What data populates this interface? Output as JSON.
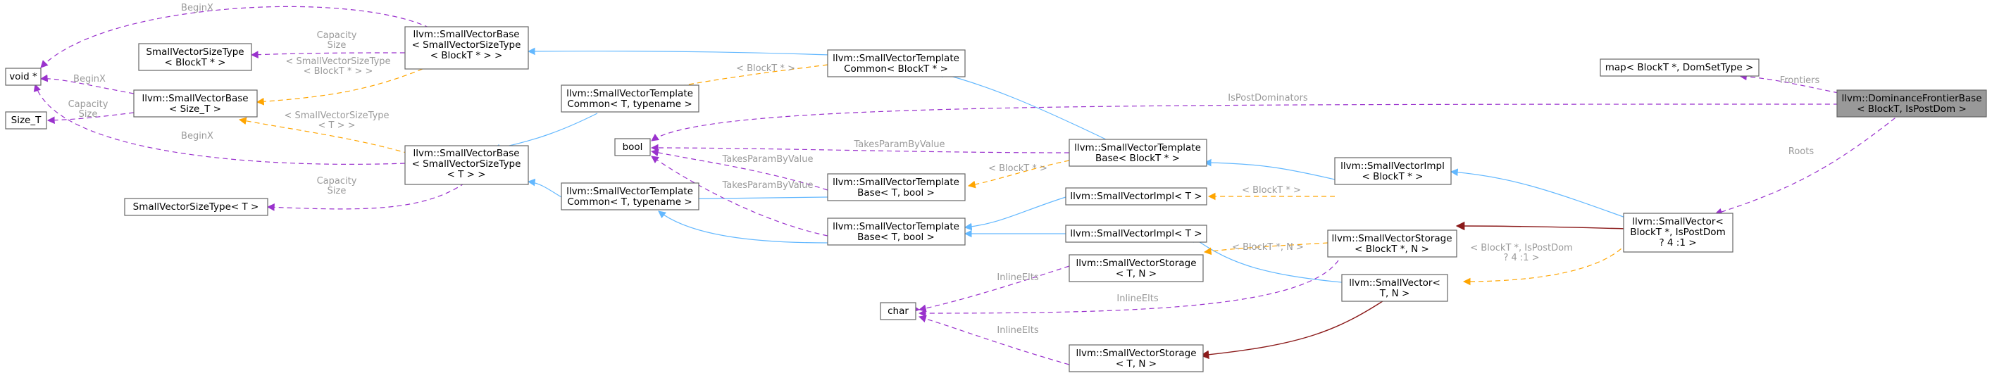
{
  "nodes": {
    "void_ptr": {
      "lines": [
        "void *"
      ]
    },
    "size_t": {
      "lines": [
        "Size_T"
      ]
    },
    "sizetype_blockt": {
      "lines": [
        "SmallVectorSizeType",
        "< BlockT * >"
      ]
    },
    "svb_size_t": {
      "lines": [
        "llvm::SmallVectorBase",
        "< Size_T >"
      ]
    },
    "sizetype_t": {
      "lines": [
        "SmallVectorSizeType< T >"
      ]
    },
    "svb_blockt": {
      "lines": [
        "llvm::SmallVectorBase",
        "< SmallVectorSizeType",
        "< BlockT * > >"
      ]
    },
    "svb_t": {
      "lines": [
        "llvm::SmallVectorBase",
        "< SmallVectorSizeType",
        "< T > >"
      ]
    },
    "svtc_t_typename_top": {
      "lines": [
        "llvm::SmallVectorTemplate",
        "Common< T, typename >"
      ]
    },
    "svtc_t_typename": {
      "lines": [
        "llvm::SmallVectorTemplate",
        "Common< T, typename >"
      ]
    },
    "bool_node": {
      "lines": [
        "bool"
      ]
    },
    "char_node": {
      "lines": [
        "char"
      ]
    },
    "svtc_blockt": {
      "lines": [
        "llvm::SmallVectorTemplate",
        "Common< BlockT * >"
      ]
    },
    "svtb_t_bool_1": {
      "lines": [
        "llvm::SmallVectorTemplate",
        "Base< T, bool >"
      ]
    },
    "svtb_t_bool_2": {
      "lines": [
        "llvm::SmallVectorTemplate",
        "Base< T, bool >"
      ]
    },
    "svtb_blockt": {
      "lines": [
        "llvm::SmallVectorTemplate",
        "Base< BlockT * >"
      ]
    },
    "svimpl_t_1": {
      "lines": [
        "llvm::SmallVectorImpl< T >"
      ]
    },
    "svimpl_t_2": {
      "lines": [
        "llvm::SmallVectorImpl< T >"
      ]
    },
    "svstorage_t_n_1": {
      "lines": [
        "llvm::SmallVectorStorage",
        "< T, N >"
      ]
    },
    "svstorage_t_n_2": {
      "lines": [
        "llvm::SmallVectorStorage",
        "< T, N >"
      ]
    },
    "svimpl_blockt": {
      "lines": [
        "llvm::SmallVectorImpl",
        "< BlockT * >"
      ]
    },
    "svstorage_blockt": {
      "lines": [
        "llvm::SmallVectorStorage",
        "< BlockT *, N >"
      ]
    },
    "sv_t_n": {
      "lines": [
        "llvm::SmallVector<",
        "T, N >"
      ]
    },
    "map_node": {
      "lines": [
        "map< BlockT *, DomSetType >"
      ]
    },
    "sv_blockt": {
      "lines": [
        "llvm::SmallVector<",
        "BlockT *, IsPostDom",
        "? 4 :1 >"
      ]
    },
    "dfb": {
      "lines": [
        "llvm::DominanceFrontierBase",
        "< BlockT, IsPostDom >"
      ]
    }
  },
  "edge_labels": {
    "beginx_top": [
      "BeginX"
    ],
    "beginx_mid": [
      "BeginX"
    ],
    "beginx_low": [
      "BeginX"
    ],
    "capacity_size_top": [
      "Capacity",
      "Size"
    ],
    "capacity_size_mid": [
      "Capacity",
      "Size"
    ],
    "capacity_size_low": [
      "Capacity",
      "Size"
    ],
    "sizetype_blockt_tmpl": [
      "< SmallVectorSizeType",
      "< BlockT * > >"
    ],
    "sizetype_t_tmpl": [
      "< SmallVectorSizeType",
      "< T > >"
    ],
    "blockt_tmpl_common": [
      "< BlockT * >"
    ],
    "blockt_tmpl_base": [
      "< BlockT * >"
    ],
    "blockt_tmpl_impl": [
      "< BlockT * >"
    ],
    "blockt_n_tmpl": [
      "< BlockT *, N >"
    ],
    "blockt_ispostdom_tmpl": [
      "< BlockT *, IsPostDom",
      "? 4 :1 >"
    ],
    "ispostdominators": [
      "IsPostDominators"
    ],
    "takesparam_1": [
      "TakesParamByValue"
    ],
    "takesparam_2": [
      "TakesParamByValue"
    ],
    "takesparam_3": [
      "TakesParamByValue"
    ],
    "inlineelts_1": [
      "InlineElts"
    ],
    "inlineelts_2": [
      "InlineElts"
    ],
    "inlineelts_3": [
      "InlineElts"
    ],
    "frontiers": [
      "Frontiers"
    ],
    "roots": [
      "Roots"
    ]
  },
  "colors": {
    "inheritance": "#63b8ff",
    "usage": "#9a32cd",
    "template": "#ffa500",
    "private": "#8b1a1a",
    "focus_fill": "#999999"
  }
}
